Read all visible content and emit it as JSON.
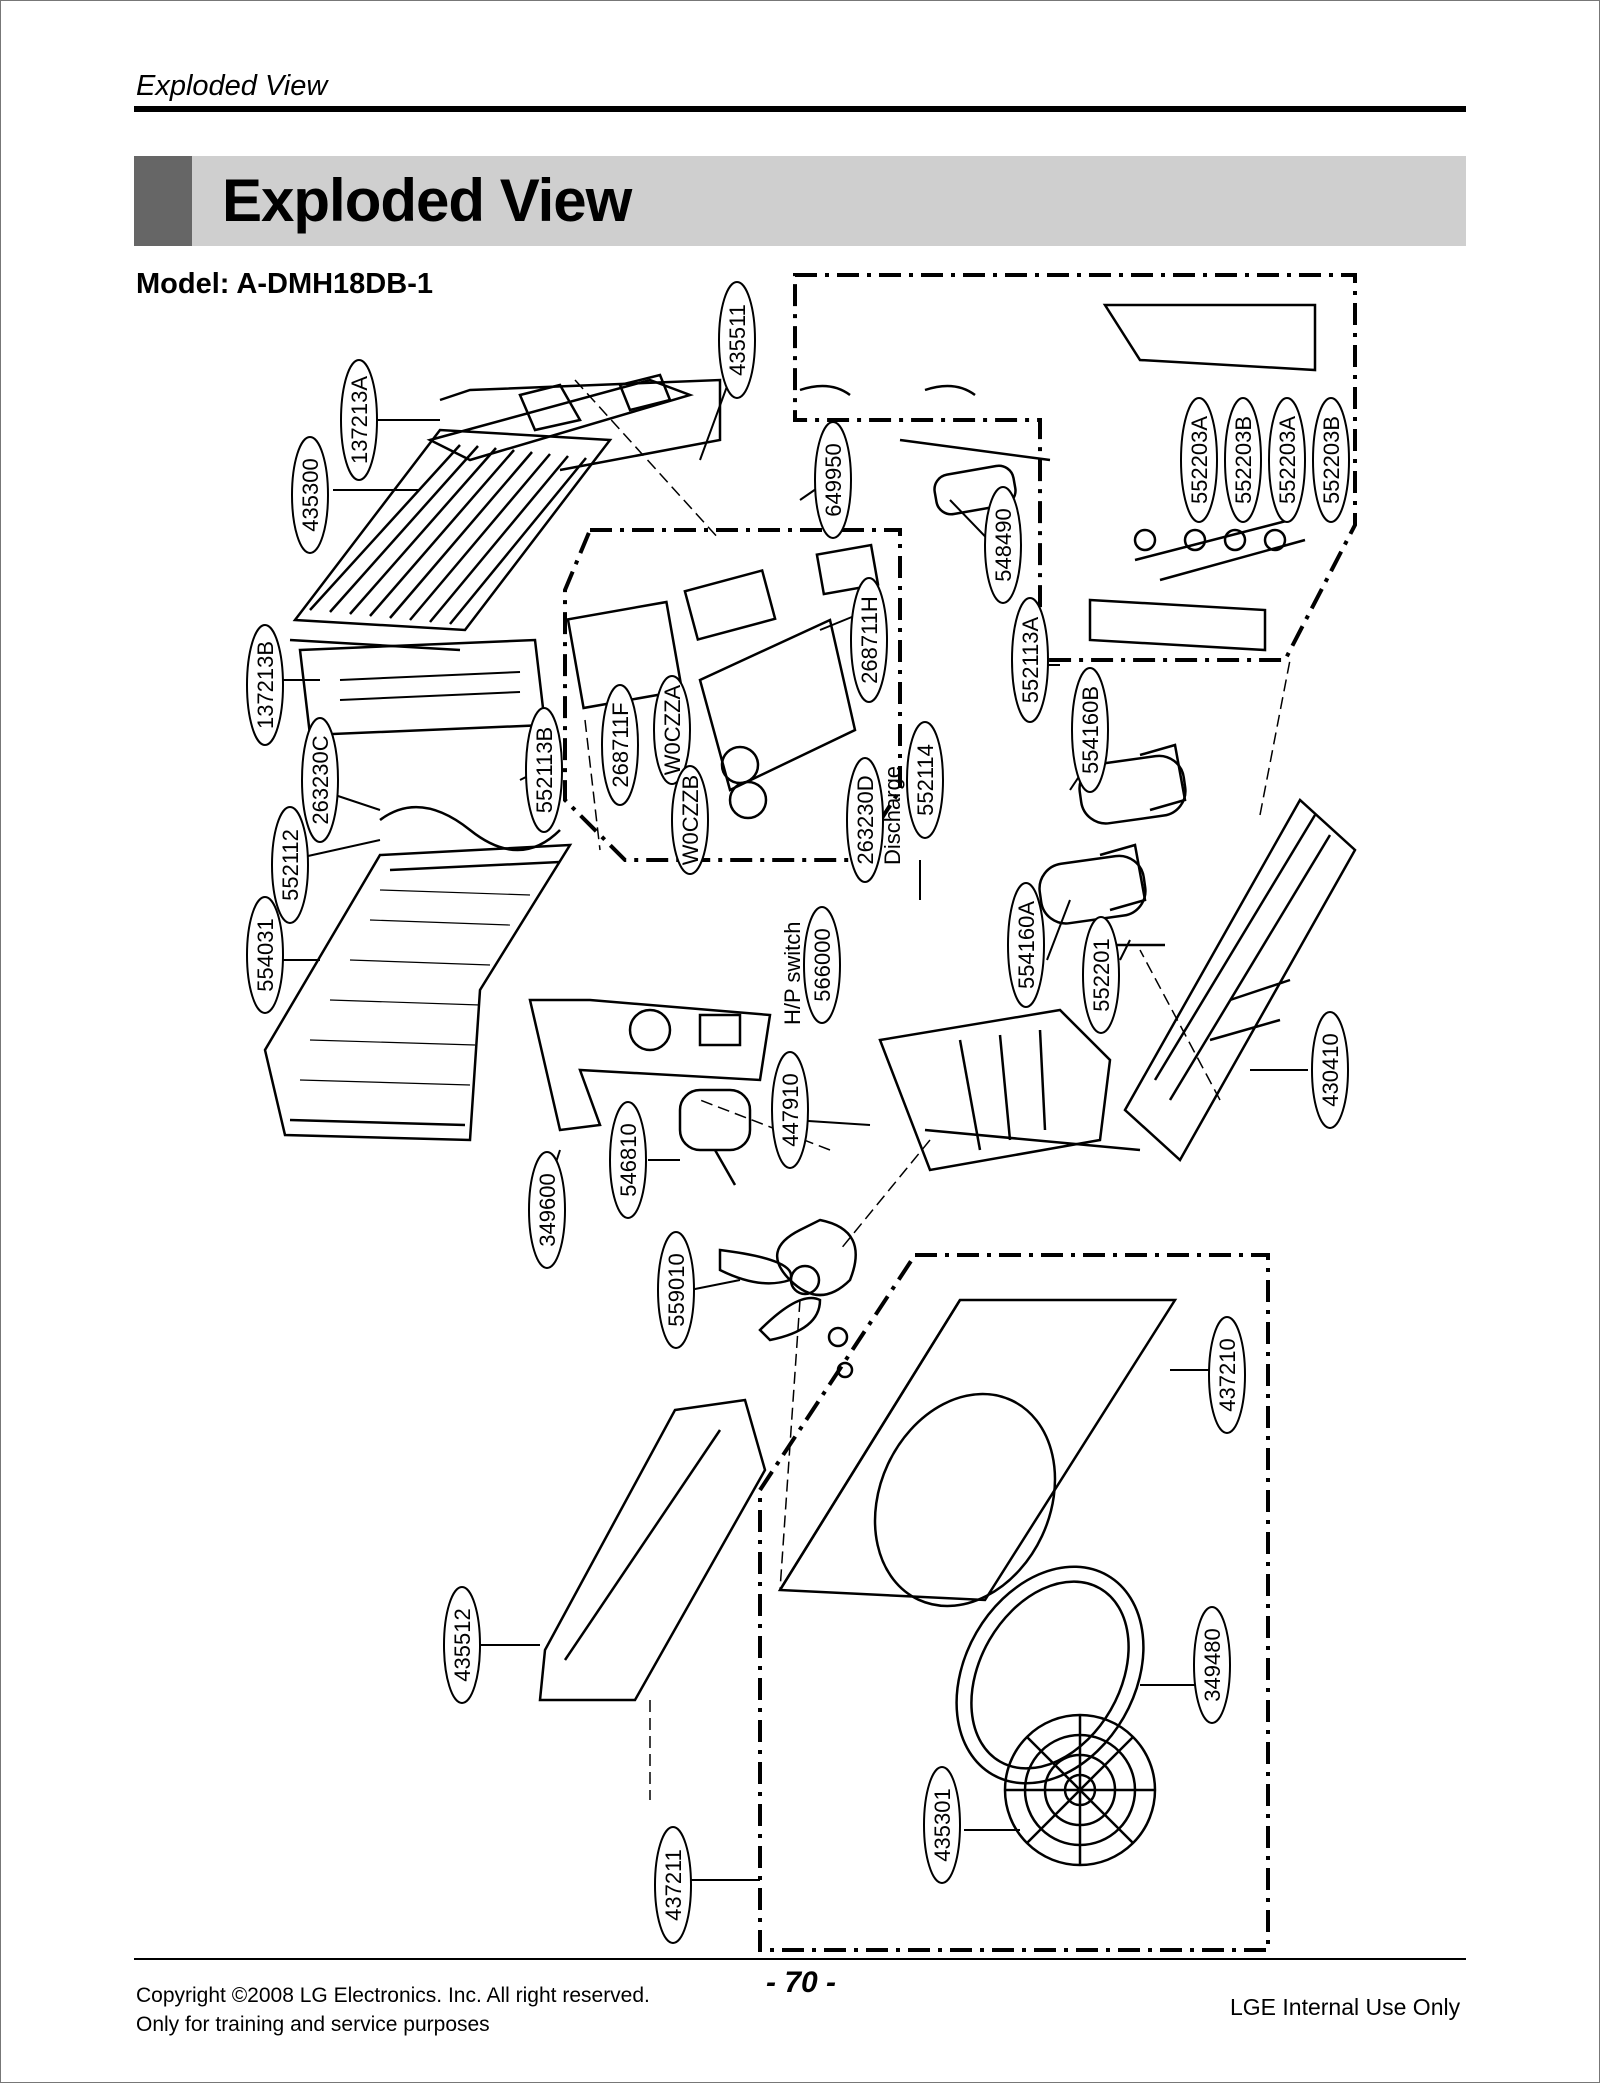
{
  "header": {
    "running_title": "Exploded View"
  },
  "title": {
    "text": "Exploded View"
  },
  "model": {
    "text": "Model: A-DMH18DB-1"
  },
  "part_labels": {
    "p435511": "435511",
    "p137213A": "137213A",
    "p435300": "435300",
    "p649950": "649950",
    "p552203A_1": "552203A",
    "p552203B_1": "552203B",
    "p552203A_2": "552203A",
    "p552203B_2": "552203B",
    "p548490": "548490",
    "p268711H": "268711H",
    "p552113A": "552113A",
    "p137213B": "137213B",
    "p268711F": "268711F",
    "pW0CZZA": "W0CZZA",
    "pW0CZZB": "W0CZZB",
    "p554160B": "554160B",
    "p263230C": "263230C",
    "p552113B": "552113B",
    "p263230D": "263230D",
    "p552114": "552114",
    "p552112": "552112",
    "p554031": "554031",
    "p566000": "566000",
    "p554160A": "554160A",
    "p552201": "552201",
    "p430410": "430410",
    "p447910": "447910",
    "p546810": "546810",
    "p349600": "349600",
    "p559010": "559010",
    "p437210": "437210",
    "p435512": "435512",
    "p349480": "349480",
    "p435301": "435301",
    "p437211": "437211"
  },
  "callouts": {
    "discharge": "Discharge",
    "hp_switch": "H/P switch"
  },
  "footer": {
    "page_number": "- 70 -",
    "copyright": "Copyright ©2008 LG Electronics. Inc. All right reserved.",
    "training": "Only for training and service purposes",
    "internal": "LGE Internal Use Only"
  }
}
